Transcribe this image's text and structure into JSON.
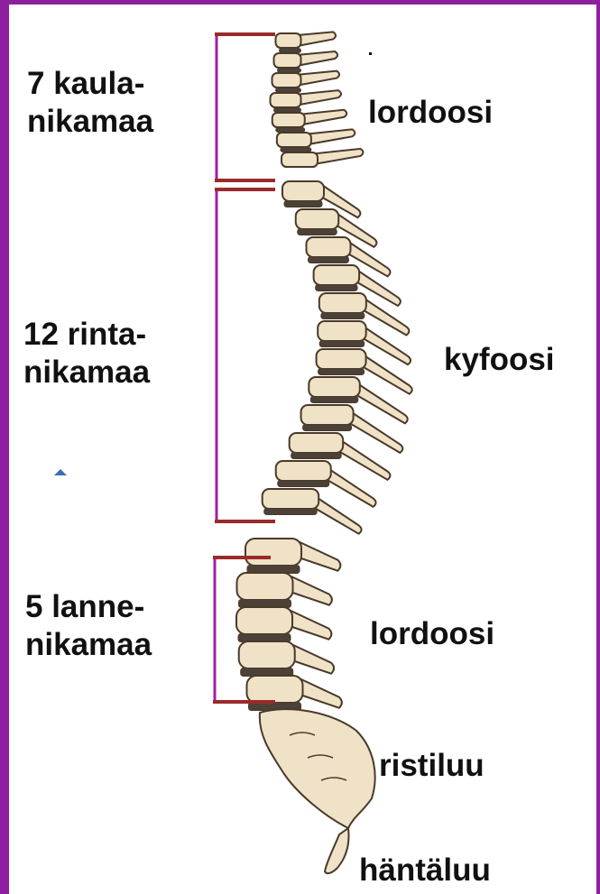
{
  "labels": {
    "cervical_count": "7 kaula-",
    "cervical_word": "nikamaa",
    "thoracic_count": "12 rinta-",
    "thoracic_word": "nikamaa",
    "lumbar_count": "5 lanne-",
    "lumbar_word": "nikamaa",
    "cervical_curve": "lordoosi",
    "thoracic_curve": "kyfoosi",
    "lumbar_curve": "lordoosi",
    "sacrum": "ristiluu",
    "coccyx": "häntäluu"
  },
  "colors": {
    "frame": "#8e1f9e",
    "bracket_vertical": "#a020a8",
    "bracket_ticks": "#9b2a2a",
    "bone_fill": "#efe2c6",
    "bone_outline": "#4a3a2a",
    "disc": "#4b4137"
  },
  "counts": {
    "cervical_vertebrae": 7,
    "thoracic_vertebrae": 12,
    "lumbar_vertebrae": 5
  }
}
